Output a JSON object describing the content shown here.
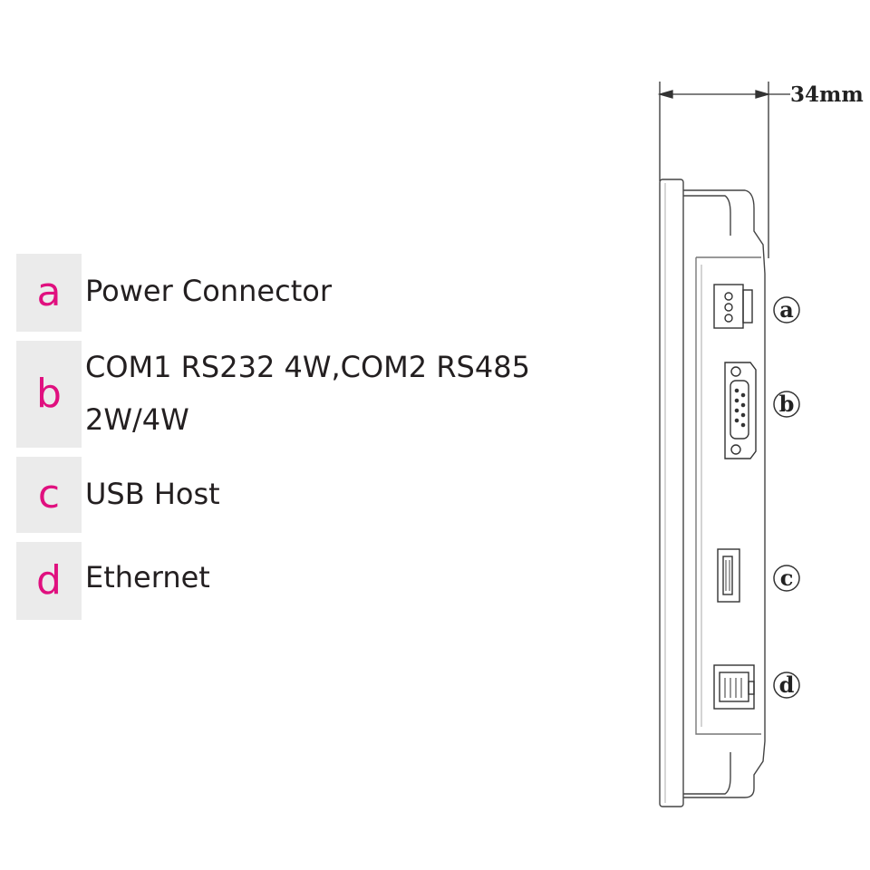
{
  "legend": [
    {
      "letter": "a",
      "label": "Power Connector"
    },
    {
      "letter": "b",
      "label": "COM1 RS232 4W,COM2 RS485 2W/4W"
    },
    {
      "letter": "c",
      "label": "USB Host"
    },
    {
      "letter": "d",
      "label": "Ethernet"
    }
  ],
  "drawing": {
    "dimension": "34mm",
    "callouts": [
      "a",
      "b",
      "c",
      "d"
    ]
  },
  "colors": {
    "letter_accent": "#e0107f",
    "letter_box_bg": "#ebebeb",
    "label_text": "#231f20"
  }
}
